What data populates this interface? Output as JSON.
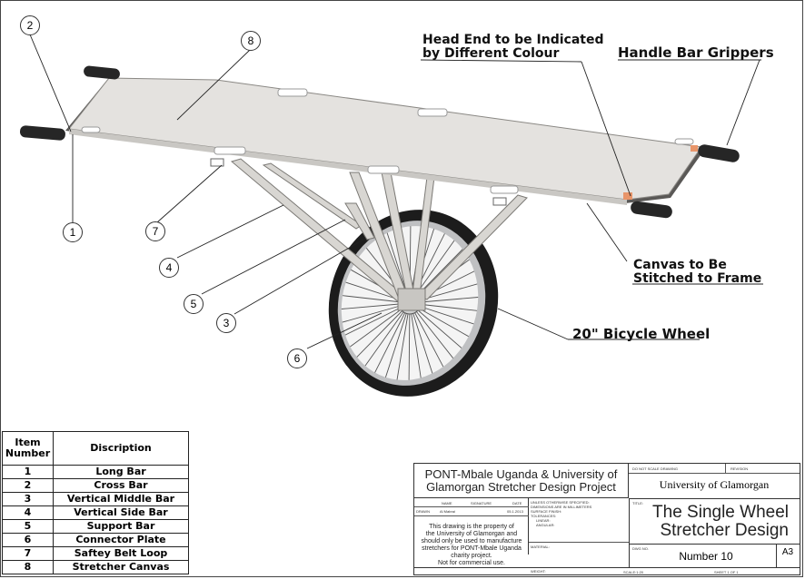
{
  "callouts": {
    "head_end": [
      "Head End to be Indicated",
      "by Different Colour"
    ],
    "handle_grippers": "Handle Bar Grippers",
    "canvas_stitched": [
      "Canvas to Be",
      "Stitched to Frame"
    ],
    "bicycle_wheel": "20\" Bicycle Wheel"
  },
  "bubbles": [
    "1",
    "2",
    "3",
    "4",
    "5",
    "6",
    "7",
    "8"
  ],
  "parts_table": {
    "headers": [
      "Item Number",
      "Discription"
    ],
    "rows": [
      [
        "1",
        "Long Bar"
      ],
      [
        "2",
        "Cross Bar"
      ],
      [
        "3",
        "Vertical Middle Bar"
      ],
      [
        "4",
        "Vertical Side Bar"
      ],
      [
        "5",
        "Support Bar"
      ],
      [
        "6",
        "Connector Plate"
      ],
      [
        "7",
        "Saftey Belt Loop"
      ],
      [
        "8",
        "Stretcher Canvas"
      ]
    ]
  },
  "title_block": {
    "project": [
      "PONT-Mbale Uganda & University of",
      "Glamorgan Stretcher Design Project"
    ],
    "name_label": "NAME",
    "signature_label": "SIGNATURE",
    "date_label": "DATE",
    "drawn_label": "DRAWN",
    "drawn_name": "Al Mabrai",
    "drawn_date": "05.1.2013",
    "spec_lines": [
      "UNLESS OTHERWISE SPECIFIED:",
      "DIMENSIONS ARE IN MILLIMETERS",
      "SURFACE FINISH:",
      "TOLERANCES:",
      "LINEAR:",
      "ANGULAR:"
    ],
    "notice": [
      "This drawing is the property of",
      "the University of Glamorgan and",
      "should only be used to manufacture",
      "stretchers for PONT-Mbale Uganda",
      "charity project.",
      "Not for commercial use."
    ],
    "material_label": "MATERIAL:",
    "weight_label": "WEIGHT:",
    "do_not_scale": "DO NOT SCALE DRAWING",
    "revision_label": "REVISION",
    "university": "University of Glamorgan",
    "title_label": "TITLE:",
    "title": [
      "The Single Wheel",
      "Stretcher Design"
    ],
    "dwg_no_label": "DWG NO.",
    "dwg_no": "Number 10",
    "sheet_size": "A3",
    "scale": "SCALE:1:20",
    "sheet": "SHEET 1 OF 1"
  },
  "colors": {
    "canvas": "#e4e2df",
    "frame": "#d8d6d2",
    "grip": "#262626",
    "tire": "#1c1c1c",
    "head_mark": "#e8956a"
  }
}
